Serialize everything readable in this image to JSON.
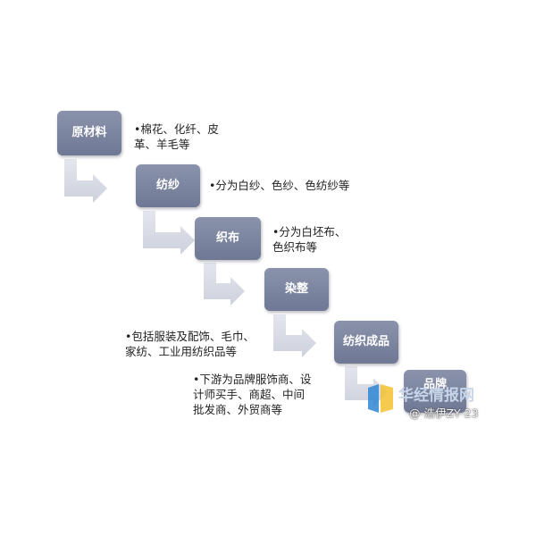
{
  "steps": [
    {
      "label": "原材料"
    },
    {
      "label": "纺纱"
    },
    {
      "label": "织布"
    },
    {
      "label": "染整"
    },
    {
      "label_lines": [
        "纺织",
        "成品"
      ]
    },
    {
      "label": "品牌"
    }
  ],
  "notes": [
    {
      "lines": [
        "•棉花、化纤、皮",
        "革、羊毛等"
      ]
    },
    {
      "lines": [
        "•分为白纱、色纱、色纺纱等"
      ]
    },
    {
      "lines": [
        "•分为白坯布、",
        "色织布等"
      ]
    },
    {
      "lines": [
        "•包括服装及配饰、毛巾、",
        "家纺、工业用纺织品等"
      ]
    },
    {
      "lines": [
        "•下游为品牌服饰商、设",
        "计师买手、商超、中间",
        "批发商、外贸商等"
      ]
    }
  ],
  "watermark": {
    "text": "华经情报网",
    "sub": "@ 浩伊ZY 23"
  },
  "colors": {
    "box": "#7a82a0",
    "arrow": "#d3d6e0",
    "watermark_logo_blue": "#2f86d4",
    "watermark_logo_yellow": "#f2c230"
  }
}
